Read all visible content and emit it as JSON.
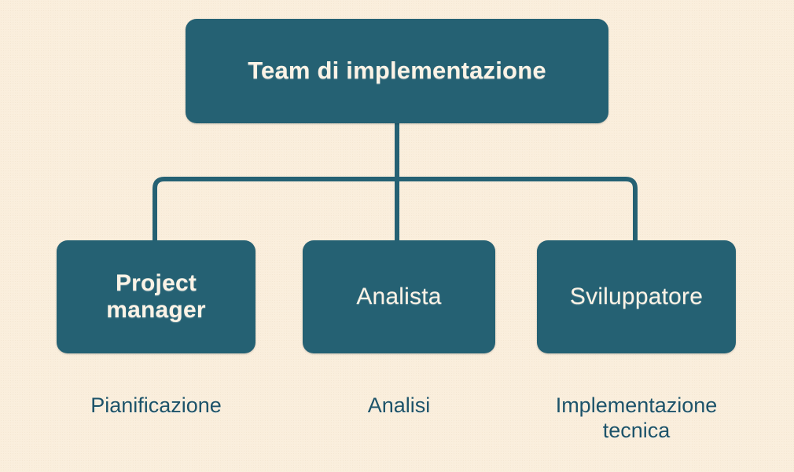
{
  "diagram": {
    "title": "Team di implementazione",
    "type": "org-chart",
    "colors": {
      "background": "#faeedc",
      "node_fill": "#256173",
      "node_text": "#fbf3e6",
      "connector": "#256173",
      "caption_text": "#1d5369"
    },
    "root": {
      "label": "Team di implementazione"
    },
    "children": [
      {
        "label": "Project\nmanager",
        "label_line1": "Project",
        "label_line2": "manager",
        "caption": "Pianificazione"
      },
      {
        "label": "Analista",
        "caption": "Analisi"
      },
      {
        "label": "Sviluppatore",
        "caption_line1": "Implementazione",
        "caption_line2": "tecnica"
      }
    ]
  }
}
